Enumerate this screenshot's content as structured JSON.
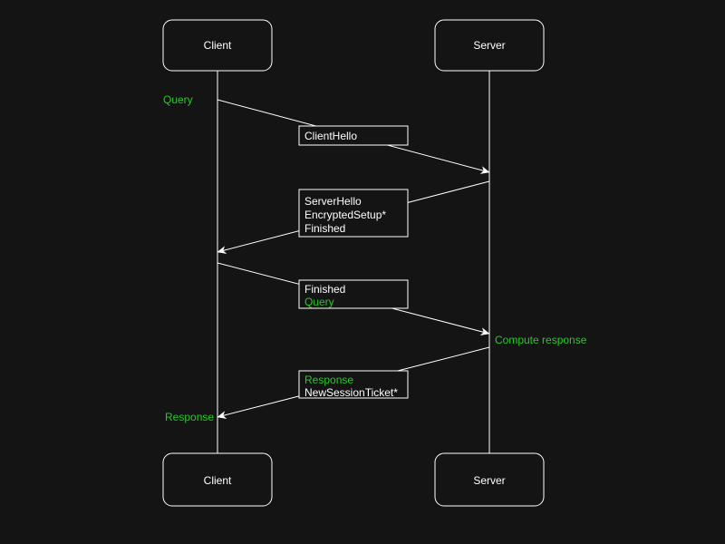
{
  "colors": {
    "background": "#141414",
    "foreground": "#ffffff",
    "accent_green": "#22cc22"
  },
  "actors": {
    "client_top": "Client",
    "server_top": "Server",
    "client_bottom": "Client",
    "server_bottom": "Server"
  },
  "annotations": {
    "query": "Query",
    "compute_response": "Compute response",
    "response": "Response"
  },
  "messages": {
    "client_hello": {
      "line1": "ClientHello"
    },
    "server_hello": {
      "line1": "ServerHello",
      "line2": "EncryptedSetup*",
      "line3": "Finished"
    },
    "finished_query": {
      "line1": "Finished",
      "line2": "Query"
    },
    "response_ticket": {
      "line1": "Response",
      "line2": "NewSessionTicket*"
    }
  }
}
